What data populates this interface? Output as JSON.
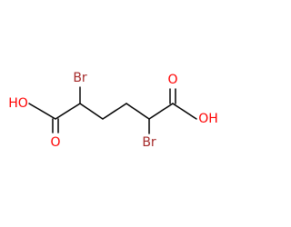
{
  "molecule": {
    "atoms": {
      "br_left": {
        "label": "Br",
        "color": "#a52a2a"
      },
      "br_right": {
        "label": "Br",
        "color": "#a52a2a"
      },
      "ho_left": {
        "label": "HO",
        "color": "#ff0000"
      },
      "o_left": {
        "label": "O",
        "color": "#ff0000"
      },
      "oh_right": {
        "label": "OH",
        "color": "#ff0000"
      },
      "o_right": {
        "label": "O",
        "color": "#ff0000"
      }
    },
    "bond_color": "#000000"
  }
}
